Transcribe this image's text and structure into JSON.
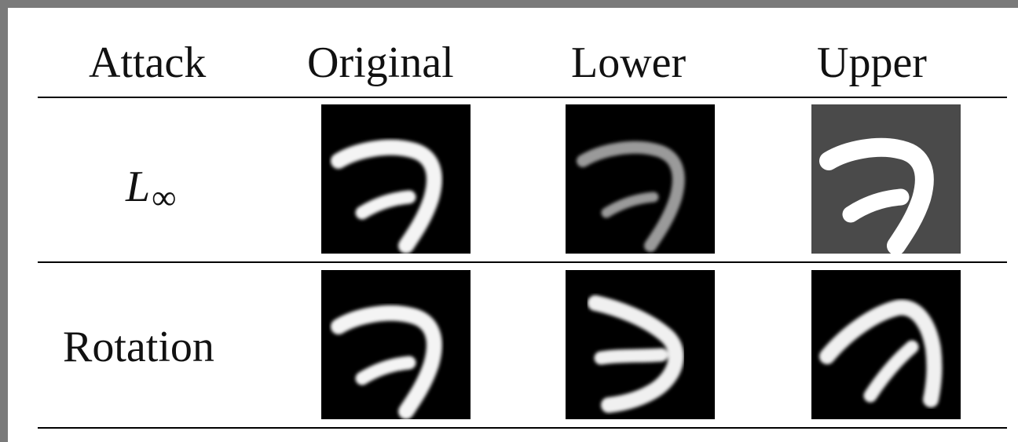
{
  "table": {
    "headers": [
      "Attack",
      "Original",
      "Lower",
      "Upper"
    ],
    "rows": [
      {
        "label": "L",
        "label_subscript": "∞",
        "images": [
          "original-digit-image",
          "lower-bound-digit-image",
          "upper-bound-digit-image"
        ]
      },
      {
        "label": "Rotation",
        "images": [
          "original-digit-image",
          "lower-bound-rotated-digit-image",
          "upper-bound-rotated-digit-image"
        ]
      }
    ]
  }
}
